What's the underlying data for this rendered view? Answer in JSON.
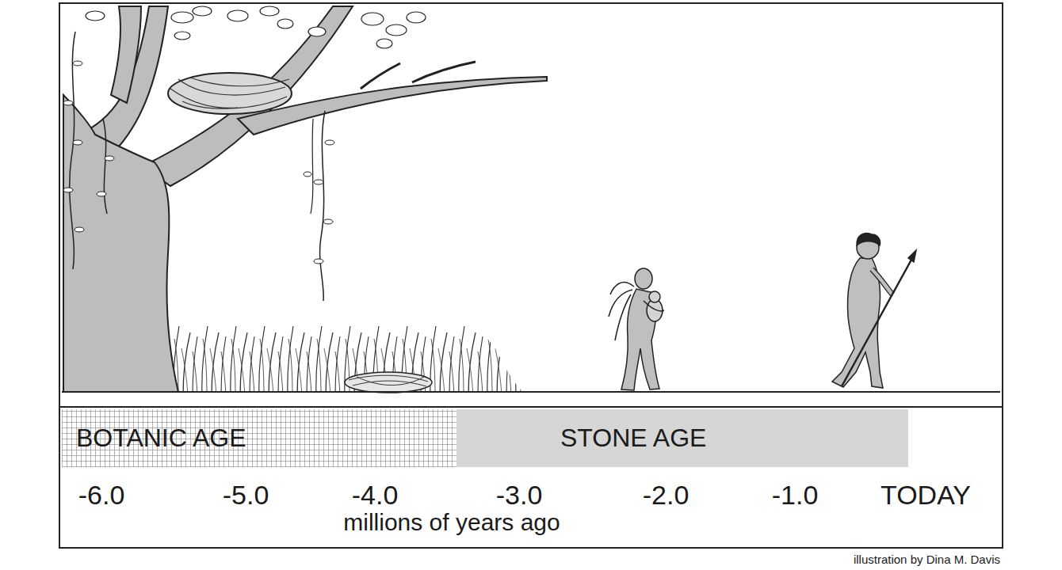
{
  "diagram": {
    "nodes": [
      {
        "text": [
          "BOTANIC AGE"
        ]
      },
      {
        "text": [
          "STONE AGE"
        ]
      }
    ],
    "labels": [
      "-6.0",
      "-5.0",
      "-4.0",
      "-3.0",
      "-2.0",
      "-1.0",
      "TODAY",
      "millions of years ago",
      "illustration by Dina M. Davis"
    ]
  }
}
